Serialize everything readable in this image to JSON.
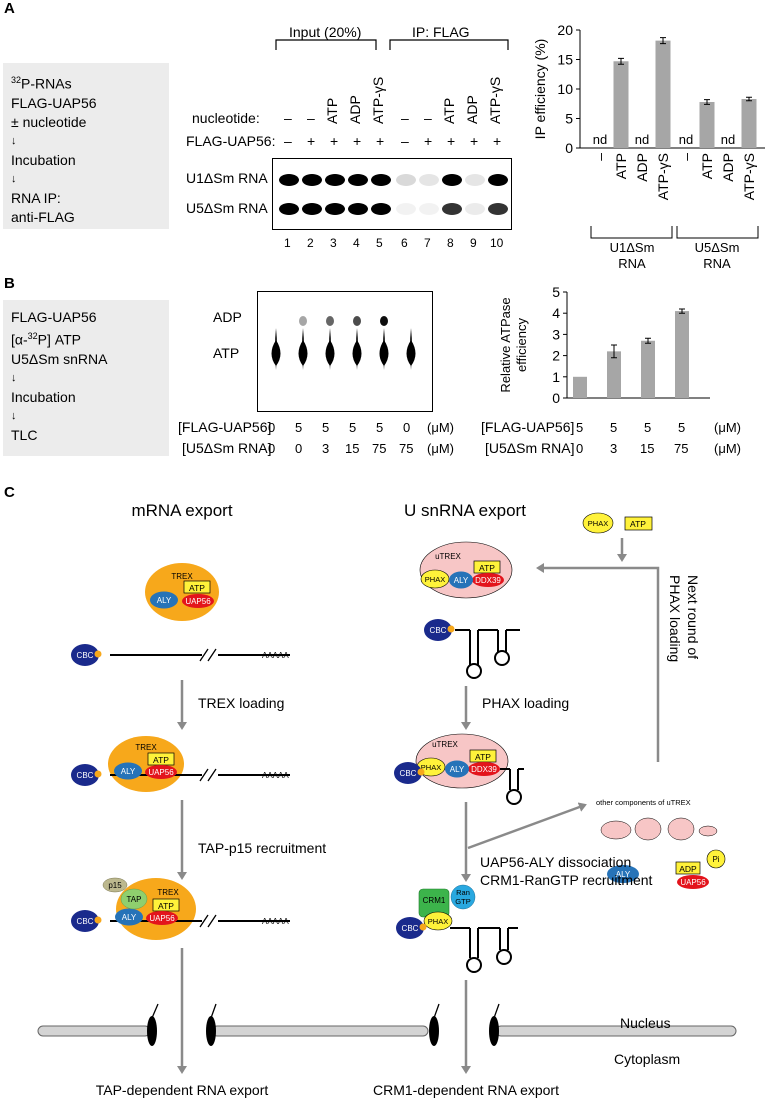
{
  "panelA": {
    "label": "A",
    "protocol": [
      "P-RNAs",
      "FLAG-UAP56",
      "± nucleotide",
      "↓",
      "Incubation",
      "↓",
      "RNA IP:",
      "anti-FLAG"
    ],
    "protocol_sup": "32",
    "input_header": "Input (20%)",
    "ip_header": "IP: FLAG",
    "row_nucleotide_label": "nucleotide:",
    "row_flag_label": "FLAG-UAP56:",
    "nucleotides": [
      "–",
      "–",
      "ATP",
      "ADP",
      "ATP-γS",
      "–",
      "–",
      "ATP",
      "ADP",
      "ATP-γS"
    ],
    "flag": [
      "–",
      "+",
      "+",
      "+",
      "+",
      "–",
      "+",
      "+",
      "+",
      "+"
    ],
    "band_labels": [
      "U1ΔSm RNA",
      "U5ΔSm RNA"
    ],
    "lanes": [
      "1",
      "2",
      "3",
      "4",
      "5",
      "6",
      "7",
      "8",
      "9",
      "10"
    ],
    "group_labels": [
      "U1ΔSm",
      "RNA",
      "U5ΔSm",
      "RNA"
    ]
  },
  "chartA": {
    "type": "bar",
    "ylabel": "IP efficiency (%)",
    "ylim": [
      0,
      20
    ],
    "yticks": [
      "0",
      "5",
      "10",
      "15",
      "20"
    ],
    "categories": [
      "–",
      "ATP",
      "ADP",
      "ATP-γS",
      "–",
      "ATP",
      "ADP",
      "ATP-γS"
    ],
    "values": [
      null,
      14.7,
      null,
      18.2,
      null,
      7.8,
      null,
      8.3
    ],
    "errors": [
      0,
      0.5,
      0,
      0.5,
      0,
      0.4,
      0,
      0.3
    ],
    "nd_label": "nd",
    "bar_color": "#a6a6a6"
  },
  "panelB": {
    "label": "B",
    "protocol": [
      "FLAG-UAP56",
      "[α-",
      "P] ATP",
      "U5ΔSm snRNA",
      "↓",
      "Incubation",
      "↓",
      "TLC"
    ],
    "protocol_sup": "32",
    "spot_labels": [
      "ADP",
      "ATP"
    ],
    "row1_label": "[FLAG-UAP56]",
    "row2_label": "[U5ΔSm RNA]",
    "unit": "(μM)",
    "tlc_flag": [
      "0",
      "5",
      "5",
      "5",
      "5",
      "0"
    ],
    "tlc_u5": [
      "0",
      "0",
      "3",
      "15",
      "75",
      "75"
    ],
    "chart_flag": [
      "5",
      "5",
      "5",
      "5"
    ],
    "chart_u5": [
      "0",
      "3",
      "15",
      "75"
    ]
  },
  "chartB": {
    "type": "bar",
    "ylabel_lines": [
      "Relative ATPase",
      "efficiency"
    ],
    "ylim": [
      0,
      5
    ],
    "yticks": [
      "0",
      "1",
      "2",
      "3",
      "4",
      "5"
    ],
    "categories": [
      "0",
      "3",
      "15",
      "75"
    ],
    "values": [
      1.0,
      2.2,
      2.7,
      4.1
    ],
    "errors": [
      0,
      0.3,
      0.12,
      0.1
    ],
    "bar_color": "#a6a6a6"
  },
  "panelC": {
    "label": "C",
    "title_left": "mRNA export",
    "title_right": "U snRNA export",
    "trex": "TREX",
    "utrex": "uTREX",
    "atp": "ATP",
    "adp": "ADP",
    "pi": "Pi",
    "aly": "ALY",
    "uap56": "UAP56",
    "ddx39": "DDX39",
    "cbc": "CBC",
    "phax": "PHAX",
    "tap": "TAP",
    "p15": "p15",
    "crm1": "CRM1",
    "ran": [
      "Ran",
      "GTP"
    ],
    "polya": "AAAAA",
    "step_trex": "TREX loading",
    "step_tap": "TAP-p15 recruitment",
    "step_phax": "PHAX loading",
    "step_dissoc": "UAP56-ALY dissociation",
    "step_crm1": "CRM1-RanGTP recruitment",
    "next_round": [
      "Next round of",
      "PHAX loading"
    ],
    "other_components": "other components of uTREX",
    "nucleus": "Nucleus",
    "cytoplasm": "Cytoplasm",
    "export_left": "TAP-dependent RNA export",
    "export_right": "CRM1-dependent RNA export",
    "colors": {
      "trex": "#f7a81b",
      "utrex": "#f7c6c6",
      "aly": "#2673b8",
      "uap56": "#e3141c",
      "atp": "#fff23a",
      "cbc": "#1a2a8c",
      "tap": "#8fcf6e",
      "p15": "#bcb88e",
      "crm1": "#3cb44b",
      "ran": "#29a8e0",
      "phax": "#fff23a"
    }
  }
}
